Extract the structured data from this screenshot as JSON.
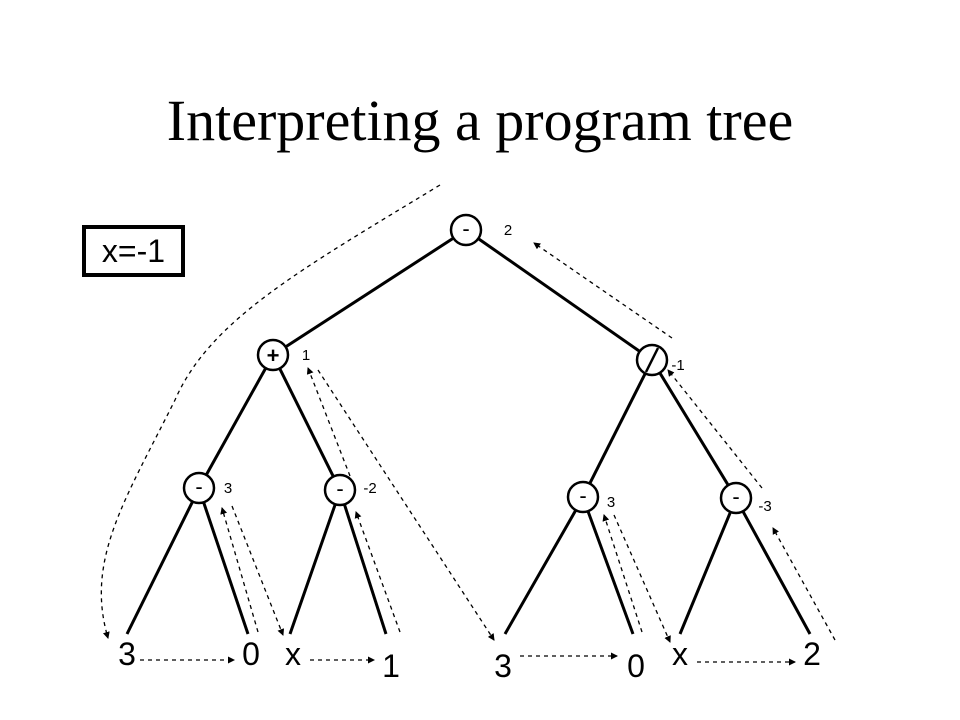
{
  "title": "Interpreting a program tree",
  "binding": "x=-1",
  "colors": {
    "stroke": "#000000",
    "background": "#ffffff"
  },
  "nodes": [
    {
      "id": "root",
      "label": "-",
      "value": "2"
    },
    {
      "id": "plus",
      "label": "+",
      "value": "1"
    },
    {
      "id": "div",
      "label": "/",
      "value": "-1"
    },
    {
      "id": "m1",
      "label": "-",
      "value": "3"
    },
    {
      "id": "m2",
      "label": "-",
      "value": "-2"
    },
    {
      "id": "m3",
      "label": "-",
      "value": "3"
    },
    {
      "id": "m4",
      "label": "-",
      "value": "-3"
    }
  ],
  "leaves": [
    "3",
    "0",
    "x",
    "1",
    "3",
    "0",
    "x",
    "2"
  ]
}
